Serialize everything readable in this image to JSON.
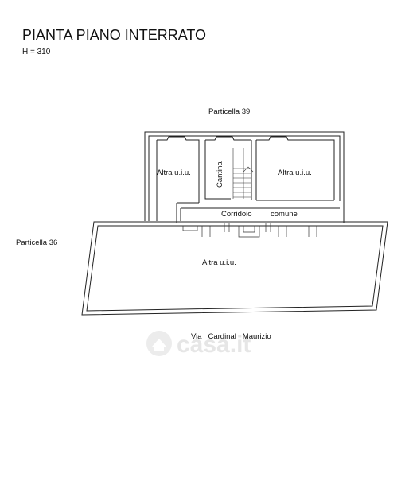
{
  "title": "PIANTA PIANO INTERRATO",
  "height_note": "H = 310",
  "labels": {
    "particella_39": "Particella 39",
    "particella_36": "Particella 36",
    "room_left": "Altra u.i.u.",
    "room_right": "Altra u.i.u.",
    "cantina": "Cantina",
    "corridoio": "Corridoio",
    "comune": "comune",
    "room_bottom": "Altra u.i.u.",
    "street": "Via   Cardinal   Maurizio"
  },
  "watermark": {
    "text": "casa.it",
    "icon": "casa-house-logo-icon"
  },
  "colors": {
    "line": "#222222",
    "background": "#ffffff",
    "watermark": "#e6e6e6"
  }
}
